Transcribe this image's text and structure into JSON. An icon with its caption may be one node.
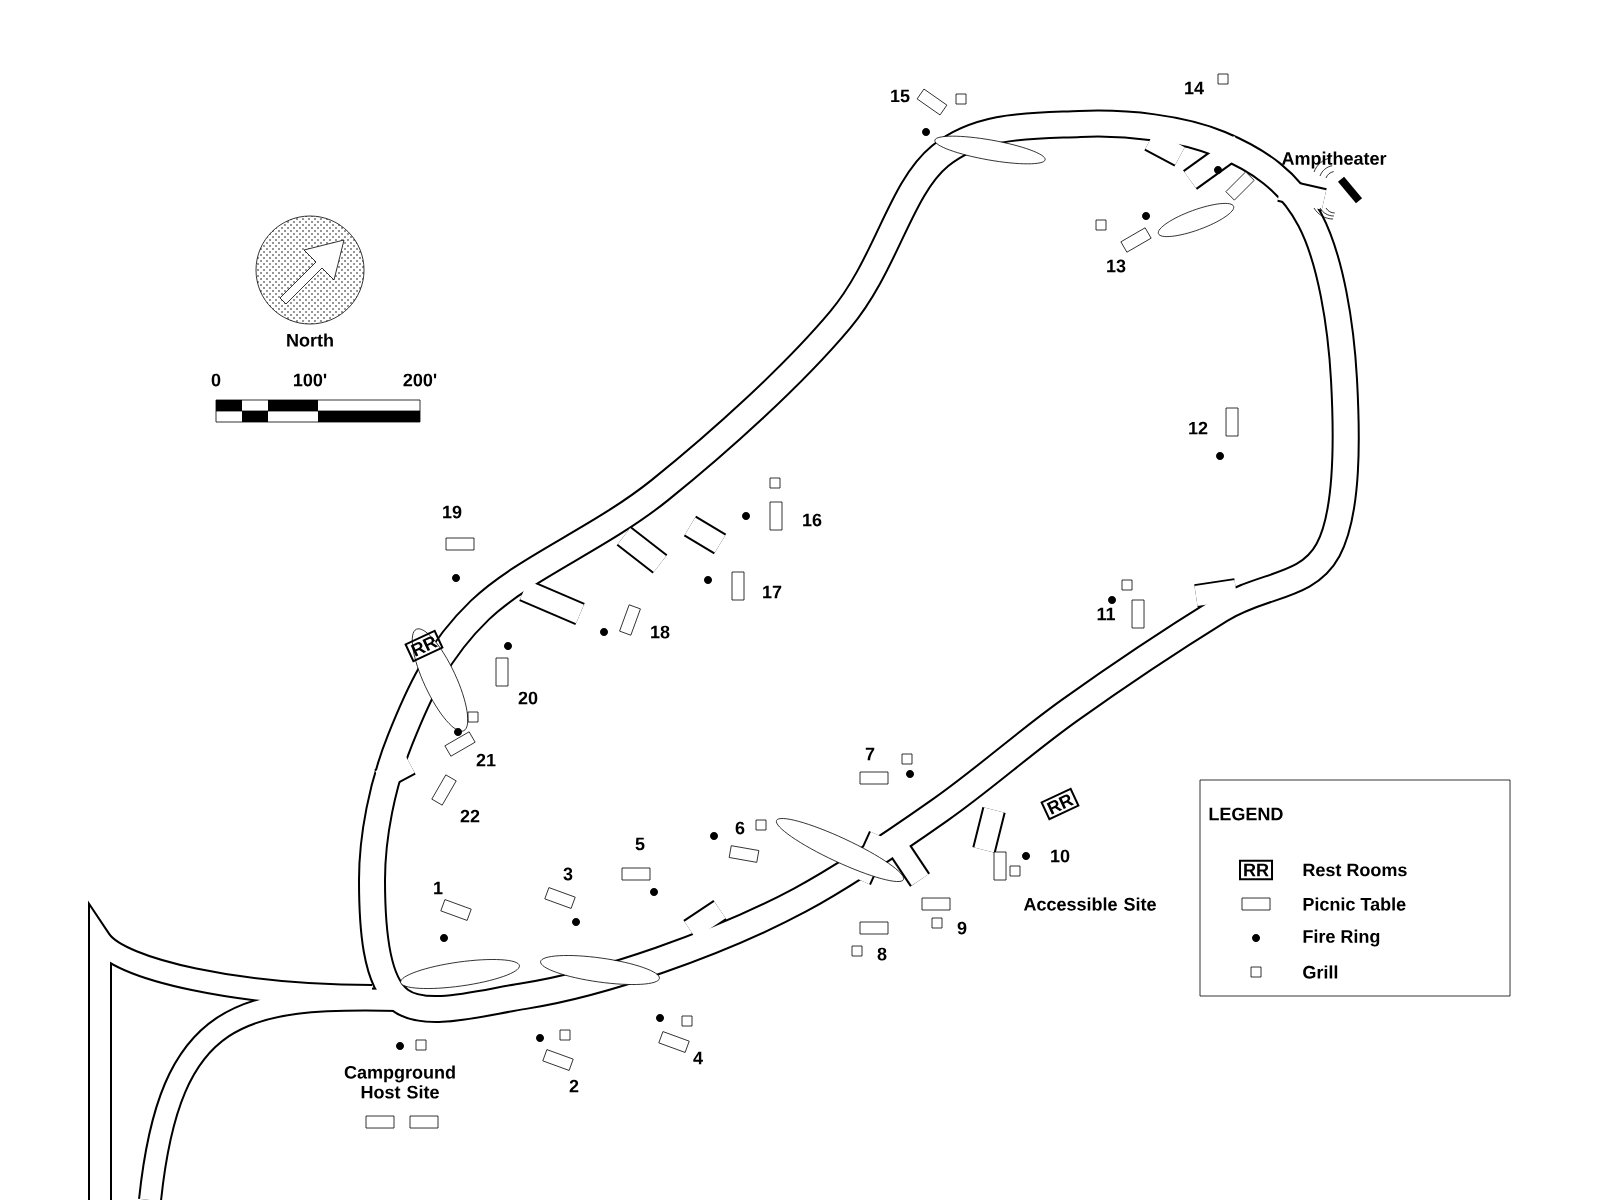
{
  "diagram": {
    "nodes": [
      {
        "text": [
          "RR"
        ]
      },
      {
        "text": [
          "RR"
        ]
      },
      {
        "text": [
          "RR"
        ]
      }
    ],
    "labels": [
      "North",
      "0",
      "100'",
      "200'",
      "15",
      "14",
      "Ampitheater",
      "13",
      "12",
      "19",
      "16",
      "17",
      "18",
      "11",
      "20",
      "21",
      "22",
      "7",
      "LEGEND",
      "10",
      "Accessible Site",
      "1",
      "3",
      "5",
      "6",
      "9",
      "8",
      "2",
      "4",
      "Campground Host Site"
    ],
    "legend": [
      {
        "text": "Rest Rooms"
      },
      {
        "text": "Picnic Table"
      },
      {
        "text": "Fire Ring"
      },
      {
        "text": "Grill"
      }
    ]
  }
}
